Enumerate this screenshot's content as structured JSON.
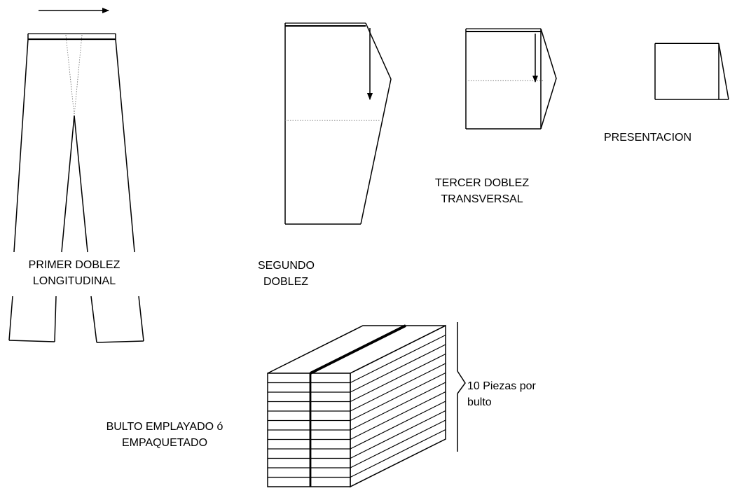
{
  "labels": {
    "primer": [
      "PRIMER DOBLEZ",
      "LONGITUDINAL"
    ],
    "segundo": [
      "SEGUNDO",
      "DOBLEZ"
    ],
    "tercer": [
      "TERCER DOBLEZ",
      "TRANSVERSAL"
    ],
    "presentacion": "PRESENTACION",
    "bulto": [
      "BULTO EMPLAYADO ó",
      "EMPAQUETADO"
    ],
    "piezas": [
      "10 Piezas por",
      "bulto"
    ]
  },
  "bundle": {
    "pieces": 10
  },
  "colors": {
    "ink": "#000000",
    "background": "#ffffff"
  }
}
